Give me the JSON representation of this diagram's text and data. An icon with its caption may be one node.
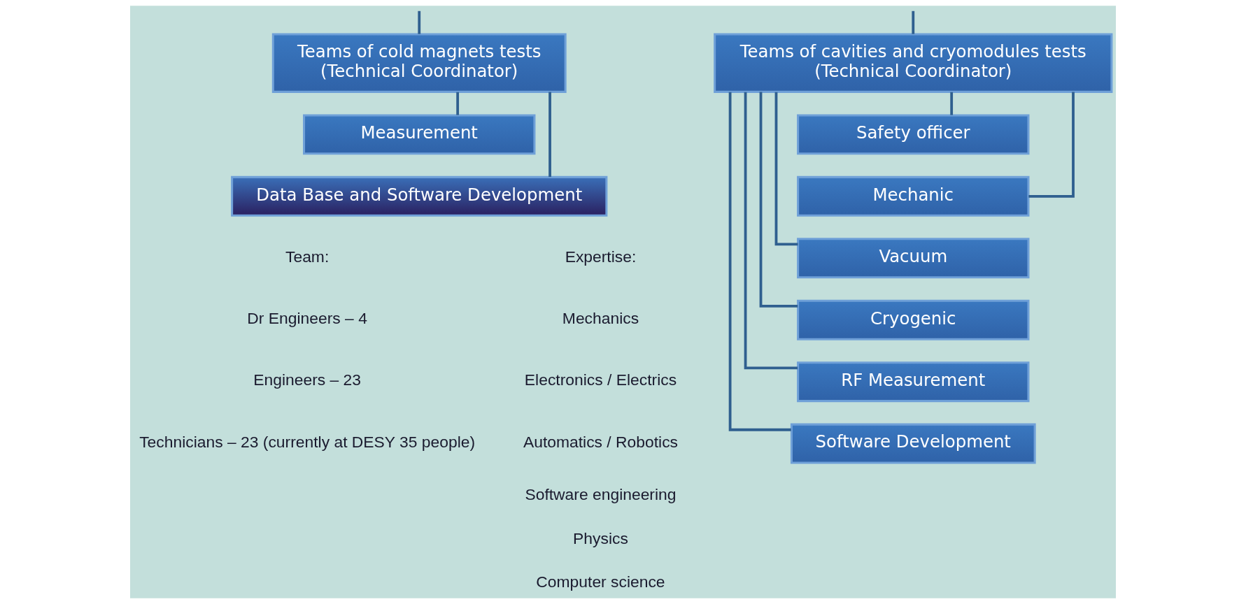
{
  "diagram": {
    "nodes": [
      {
        "text": [
          "Teams of cold magnets tests",
          "(Technical Coordinator)"
        ]
      },
      {
        "text": [
          "Measurement"
        ]
      },
      {
        "text": [
          "Data Base and Software Development"
        ]
      },
      {
        "text": [
          "Teams of cavities and cryomodules tests",
          "(Technical Coordinator)"
        ]
      },
      {
        "text": [
          "Safety officer"
        ]
      },
      {
        "text": [
          "Mechanic"
        ]
      },
      {
        "text": [
          "Vacuum"
        ]
      },
      {
        "text": [
          "Cryogenic"
        ]
      },
      {
        "text": [
          "RF Measurement"
        ]
      },
      {
        "text": [
          "Software Development"
        ]
      }
    ],
    "edges": [
      {
        "from": null,
        "to": 0,
        "arrow": "none"
      },
      {
        "from": null,
        "to": 3,
        "arrow": "none"
      },
      {
        "from": 0,
        "to": 1,
        "arrow": "none"
      },
      {
        "from": 0,
        "to": 2,
        "arrow": "none"
      },
      {
        "from": 3,
        "to": 4,
        "arrow": "none"
      },
      {
        "from": 3,
        "to": 5,
        "arrow": "none"
      },
      {
        "from": 3,
        "to": 6,
        "arrow": "none"
      },
      {
        "from": 3,
        "to": 7,
        "arrow": "none"
      },
      {
        "from": 3,
        "to": 8,
        "arrow": "none"
      },
      {
        "from": 3,
        "to": 9,
        "arrow": "none"
      }
    ],
    "labels": [
      "Team:",
      "Dr Engineers – 4",
      "Engineers – 23",
      "Technicians – 23 (currently at DESY 35 people)",
      "Expertise:",
      "Mechanics",
      "Electronics / Electrics",
      "Automatics / Robotics",
      "Software engineering",
      "Physics",
      "Computer science"
    ]
  }
}
